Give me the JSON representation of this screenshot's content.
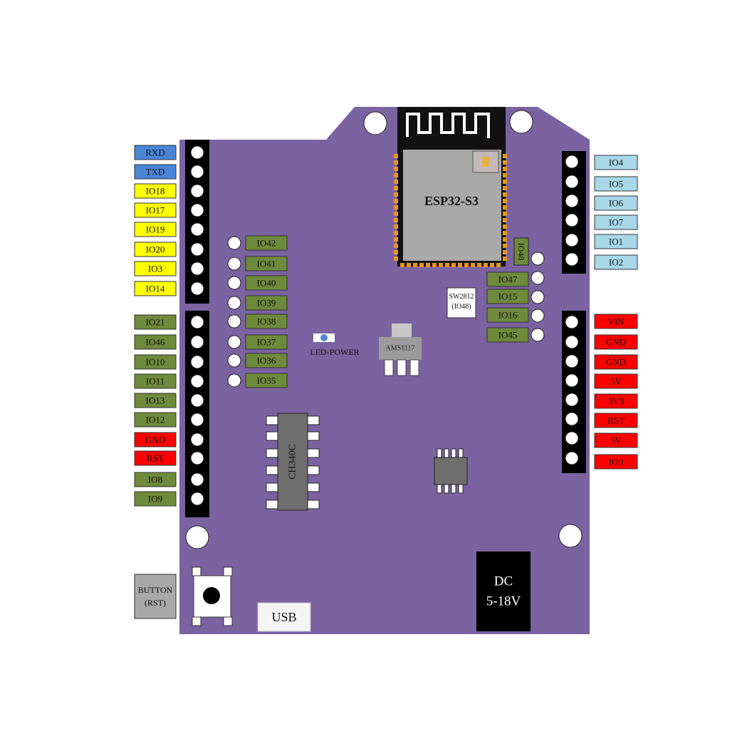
{
  "board": {
    "module_label": "ESP32-S3",
    "regulator_label": "AMS1117",
    "usb_chip_label": "CH340C",
    "led_label": "LED-POWER",
    "usb_label": "USB",
    "dc_line1": "DC",
    "dc_line2": "5-18V",
    "button_line1": "BUTTON",
    "button_line2": "(RST)",
    "sw_line1": "SW2812",
    "sw_line2": "(IO48)",
    "io48_label": "IO48"
  },
  "colors": {
    "board": "#7b62a0",
    "blue": "#4a86d8",
    "yellow": "#ffff00",
    "green": "#6e8a3b",
    "red": "#ff0000",
    "light_blue": "#a8d8e8",
    "gray": "#a8a8a8"
  },
  "left_top_pins": [
    {
      "label": "RXD",
      "color": "blue"
    },
    {
      "label": "TXD",
      "color": "blue"
    },
    {
      "label": "IO18",
      "color": "yellow"
    },
    {
      "label": "IO17",
      "color": "yellow"
    },
    {
      "label": "IO19",
      "color": "yellow"
    },
    {
      "label": "IO20",
      "color": "yellow"
    },
    {
      "label": "IO3",
      "color": "yellow"
    },
    {
      "label": "IO14",
      "color": "yellow"
    }
  ],
  "left_bottom_pins": [
    {
      "label": "IO21",
      "color": "green"
    },
    {
      "label": "IO46",
      "color": "green"
    },
    {
      "label": "IO10",
      "color": "green"
    },
    {
      "label": "IO11",
      "color": "green"
    },
    {
      "label": "IO13",
      "color": "green"
    },
    {
      "label": "IO12",
      "color": "green"
    },
    {
      "label": "GND",
      "color": "red"
    },
    {
      "label": "RST",
      "color": "red"
    },
    {
      "label": "IO8",
      "color": "green"
    },
    {
      "label": "IO9",
      "color": "green"
    }
  ],
  "inner_pins": [
    "IO42",
    "IO41",
    "IO40",
    "IO39",
    "IO38",
    "IO37",
    "IO36",
    "IO35"
  ],
  "right_inner_pins": [
    "IO47",
    "IO15",
    "IO16",
    "IO45"
  ],
  "right_top_pins": [
    "IO4",
    "IO5",
    "IO6",
    "IO7",
    "IO1",
    "IO2"
  ],
  "right_bottom_pins": [
    "VIN",
    "GND",
    "GND",
    "5V",
    "3V3",
    "RST",
    "5V",
    "IO0"
  ]
}
